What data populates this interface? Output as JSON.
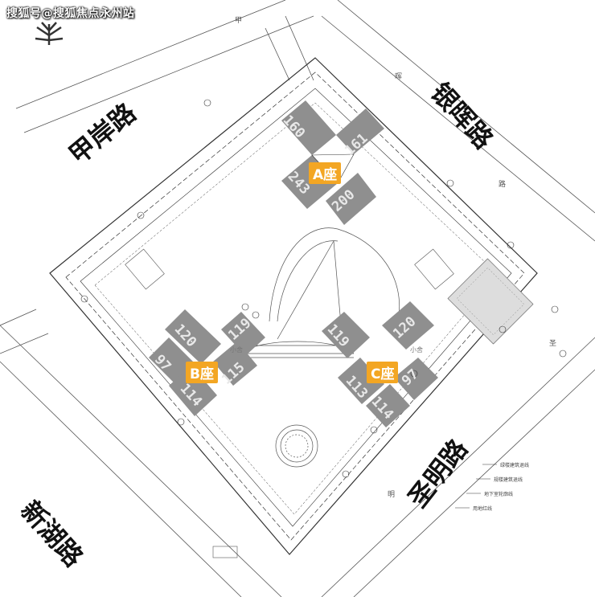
{
  "watermark": "搜狐号@搜狐焦点永州站",
  "roads": {
    "jiaan": "甲岸路",
    "yinhui": "银晖路",
    "shengming": "圣明路",
    "xinhu": "新湖路"
  },
  "buildings": {
    "a": "A座",
    "b": "B座",
    "c": "C座"
  },
  "units": {
    "a": [
      "160",
      "161",
      "243",
      "200"
    ],
    "b": [
      "120",
      "119",
      "97",
      "115",
      "114"
    ],
    "c": [
      "119",
      "120",
      "113",
      "97",
      "114"
    ]
  },
  "annotations": {
    "jia": "甲",
    "hui": "晖",
    "lu": "路",
    "sheng": "圣",
    "ming": "明",
    "xiaoshe_b": "小舍",
    "xiaoshe_c": "小舍"
  },
  "legend": [
    "绿楼建筑退线",
    "规楼建筑退线",
    "地下室轮廓线",
    "用地红线"
  ],
  "colors": {
    "building": "#8f8f8f",
    "label_bg": "#f3a623",
    "line": "#333333"
  }
}
